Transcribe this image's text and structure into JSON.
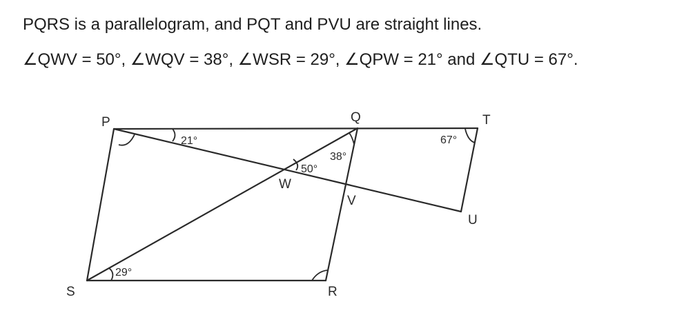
{
  "problem": {
    "line1": "PQRS is a parallelogram, and PQT and PVU are straight lines.",
    "line2": "∠QWV = 50°, ∠WQV = 38°, ∠WSR = 29°, ∠QPW = 21° and ∠QTU = 67°."
  },
  "figure": {
    "points": {
      "P": "P",
      "Q": "Q",
      "T": "T",
      "U": "U",
      "V": "V",
      "W": "W",
      "S": "S",
      "R": "R"
    },
    "angles": {
      "QPW": "21°",
      "QTU": "67°",
      "WQV": "38°",
      "QWV": "50°",
      "WSR": "29°"
    }
  }
}
